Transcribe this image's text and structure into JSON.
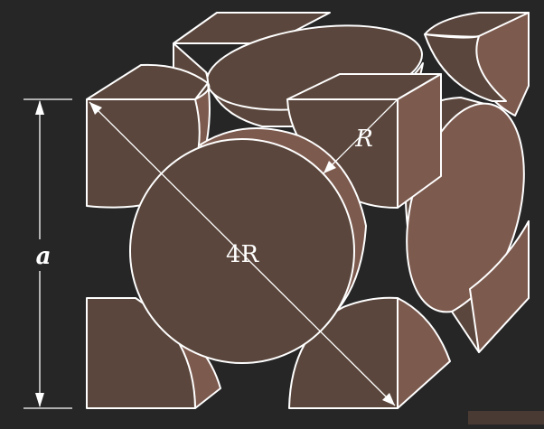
{
  "diagram": {
    "labels": {
      "edge_length": "a",
      "radius": "R",
      "face_diagonal": "4R"
    },
    "colors": {
      "background": "#262626",
      "atom_face": "#5a463c",
      "atom_side": "#7d5a4e",
      "outline": "#ffffff"
    }
  }
}
